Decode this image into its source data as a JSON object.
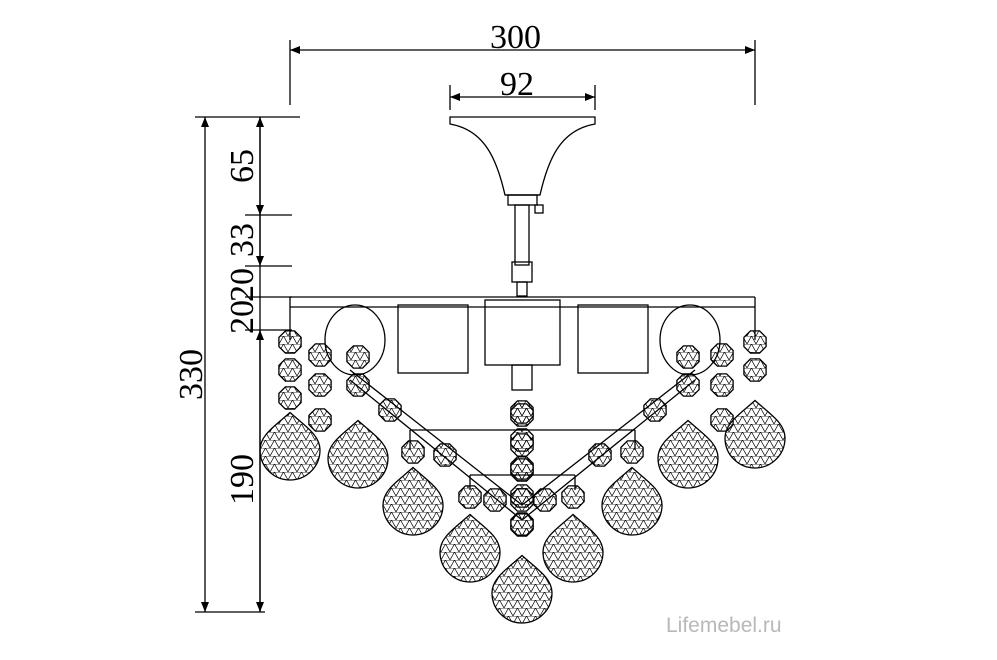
{
  "drawing": {
    "subject": "chandelier",
    "dimensions": {
      "overall_width": "300",
      "canopy_width": "92",
      "overall_height": "330",
      "canopy_height": "65",
      "stem_height": "33",
      "segment_a": "20",
      "segment_b": "20",
      "crystal_drop": "190"
    }
  },
  "watermark": "Lifemebel.ru"
}
